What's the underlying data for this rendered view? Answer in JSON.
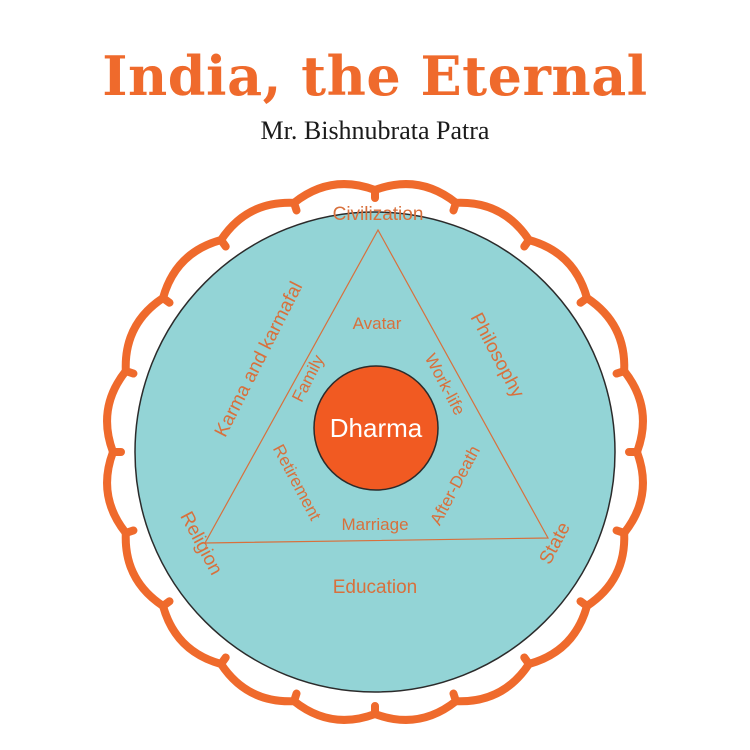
{
  "header": {
    "title": "India, the Eternal",
    "subtitle": "Mr. Bishnubrata Patra"
  },
  "colors": {
    "accent": "#ef6a2c",
    "circle_fill": "#93d4d6",
    "center_fill": "#f15a22",
    "outline": "#2b2b2b",
    "label_text": "#d8703c",
    "center_text": "#ffffff"
  },
  "diagram": {
    "center_label": "Dharma",
    "outer_labels": {
      "top": "Civilization",
      "upper_left": "Karma and karmafal",
      "upper_right": "Philosophy",
      "lower_left": "Religion",
      "lower_right": "State",
      "bottom": "Education"
    },
    "inner_labels": {
      "top": "Avatar",
      "left_upper": "Family",
      "right_upper": "Work-life",
      "left_lower": "Retirement",
      "right_lower": "After-Death",
      "bottom": "Marriage"
    }
  }
}
